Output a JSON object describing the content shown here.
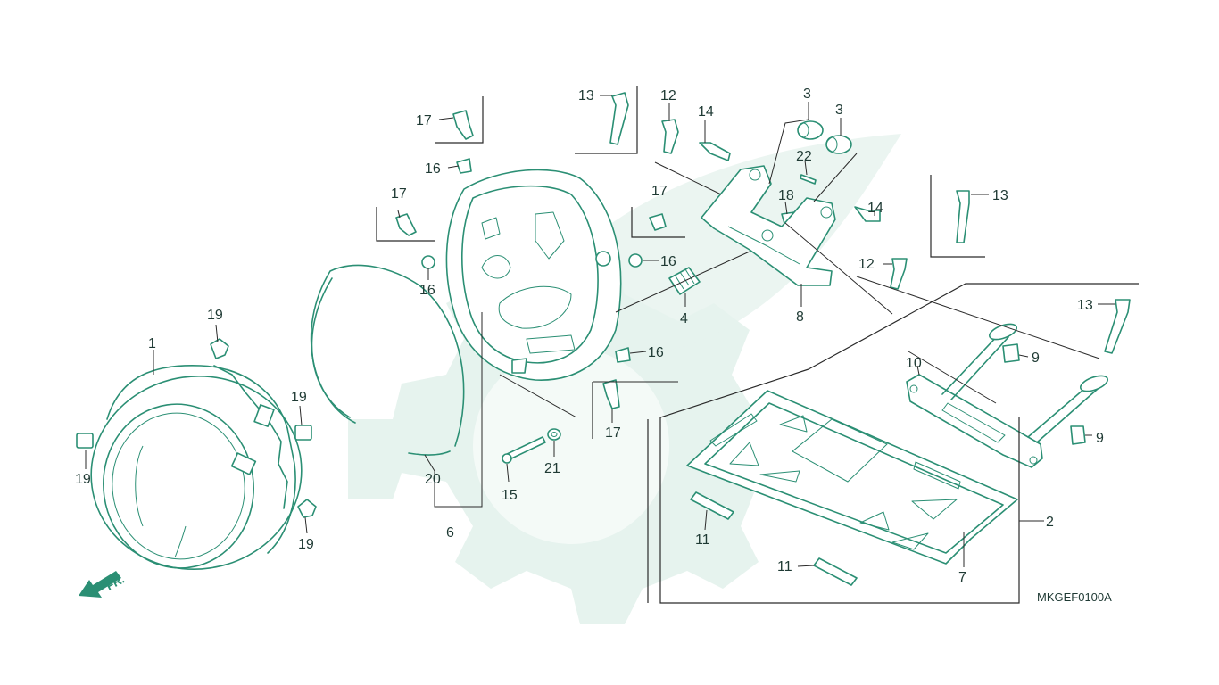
{
  "diagram": {
    "code": "MKGEF0100A",
    "direction_label": "FR.",
    "colors": {
      "line": "#2b8f74",
      "text": "#1f3a34",
      "watermark": "#e6f3ee"
    },
    "callouts": [
      {
        "id": "c1",
        "text": "1"
      },
      {
        "id": "c2",
        "text": "2"
      },
      {
        "id": "c3a",
        "text": "3"
      },
      {
        "id": "c3b",
        "text": "3"
      },
      {
        "id": "c4",
        "text": "4"
      },
      {
        "id": "c6",
        "text": "6"
      },
      {
        "id": "c7",
        "text": "7"
      },
      {
        "id": "c8",
        "text": "8"
      },
      {
        "id": "c9a",
        "text": "9"
      },
      {
        "id": "c9b",
        "text": "9"
      },
      {
        "id": "c10",
        "text": "10"
      },
      {
        "id": "c11a",
        "text": "11"
      },
      {
        "id": "c11b",
        "text": "11"
      },
      {
        "id": "c12a",
        "text": "12"
      },
      {
        "id": "c12b",
        "text": "12"
      },
      {
        "id": "c13a",
        "text": "13"
      },
      {
        "id": "c13b",
        "text": "13"
      },
      {
        "id": "c13c",
        "text": "13"
      },
      {
        "id": "c14a",
        "text": "14"
      },
      {
        "id": "c14b",
        "text": "14"
      },
      {
        "id": "c15",
        "text": "15"
      },
      {
        "id": "c16a",
        "text": "16"
      },
      {
        "id": "c16b",
        "text": "16"
      },
      {
        "id": "c16c",
        "text": "16"
      },
      {
        "id": "c16d",
        "text": "16"
      },
      {
        "id": "c17a",
        "text": "17"
      },
      {
        "id": "c17b",
        "text": "17"
      },
      {
        "id": "c17c",
        "text": "17"
      },
      {
        "id": "c17d",
        "text": "17"
      },
      {
        "id": "c18",
        "text": "18"
      },
      {
        "id": "c19a",
        "text": "19"
      },
      {
        "id": "c19b",
        "text": "19"
      },
      {
        "id": "c19c",
        "text": "19"
      },
      {
        "id": "c19d",
        "text": "19"
      },
      {
        "id": "c20",
        "text": "20"
      },
      {
        "id": "c21",
        "text": "21"
      },
      {
        "id": "c22",
        "text": "22"
      }
    ]
  }
}
